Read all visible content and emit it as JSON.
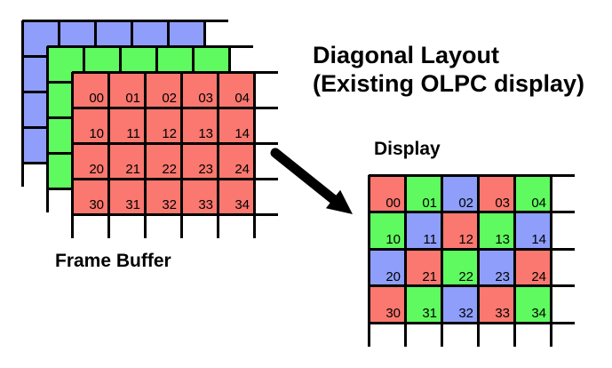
{
  "title": {
    "line1": "Diagonal Layout",
    "line2": "(Existing OLPC display)"
  },
  "colors": {
    "red": "#fa786f",
    "green": "#5ffa5f",
    "blue": "#8e9efa",
    "line": "#000000",
    "text": "#000000",
    "background": "#ffffff"
  },
  "icons": {
    "arrow": "thick-diagonal-arrow-down-right"
  },
  "frame_buffer": {
    "label": "Frame Buffer",
    "layers_back_to_front": [
      "blue",
      "green",
      "red"
    ],
    "rows": 4,
    "cols": 5,
    "cell_labels": [
      [
        "00",
        "01",
        "02",
        "03",
        "04"
      ],
      [
        "10",
        "11",
        "12",
        "13",
        "14"
      ],
      [
        "20",
        "21",
        "22",
        "23",
        "24"
      ],
      [
        "30",
        "31",
        "32",
        "33",
        "34"
      ]
    ]
  },
  "display": {
    "label": "Display",
    "rows": 4,
    "cols": 5,
    "cell_labels": [
      [
        "00",
        "01",
        "02",
        "03",
        "04"
      ],
      [
        "10",
        "11",
        "12",
        "13",
        "14"
      ],
      [
        "20",
        "21",
        "22",
        "23",
        "24"
      ],
      [
        "30",
        "31",
        "32",
        "33",
        "34"
      ]
    ],
    "color_pattern": [
      [
        "red",
        "green",
        "blue",
        "red",
        "green"
      ],
      [
        "green",
        "blue",
        "red",
        "green",
        "blue"
      ],
      [
        "blue",
        "red",
        "green",
        "blue",
        "red"
      ],
      [
        "red",
        "green",
        "blue",
        "red",
        "green"
      ]
    ]
  }
}
